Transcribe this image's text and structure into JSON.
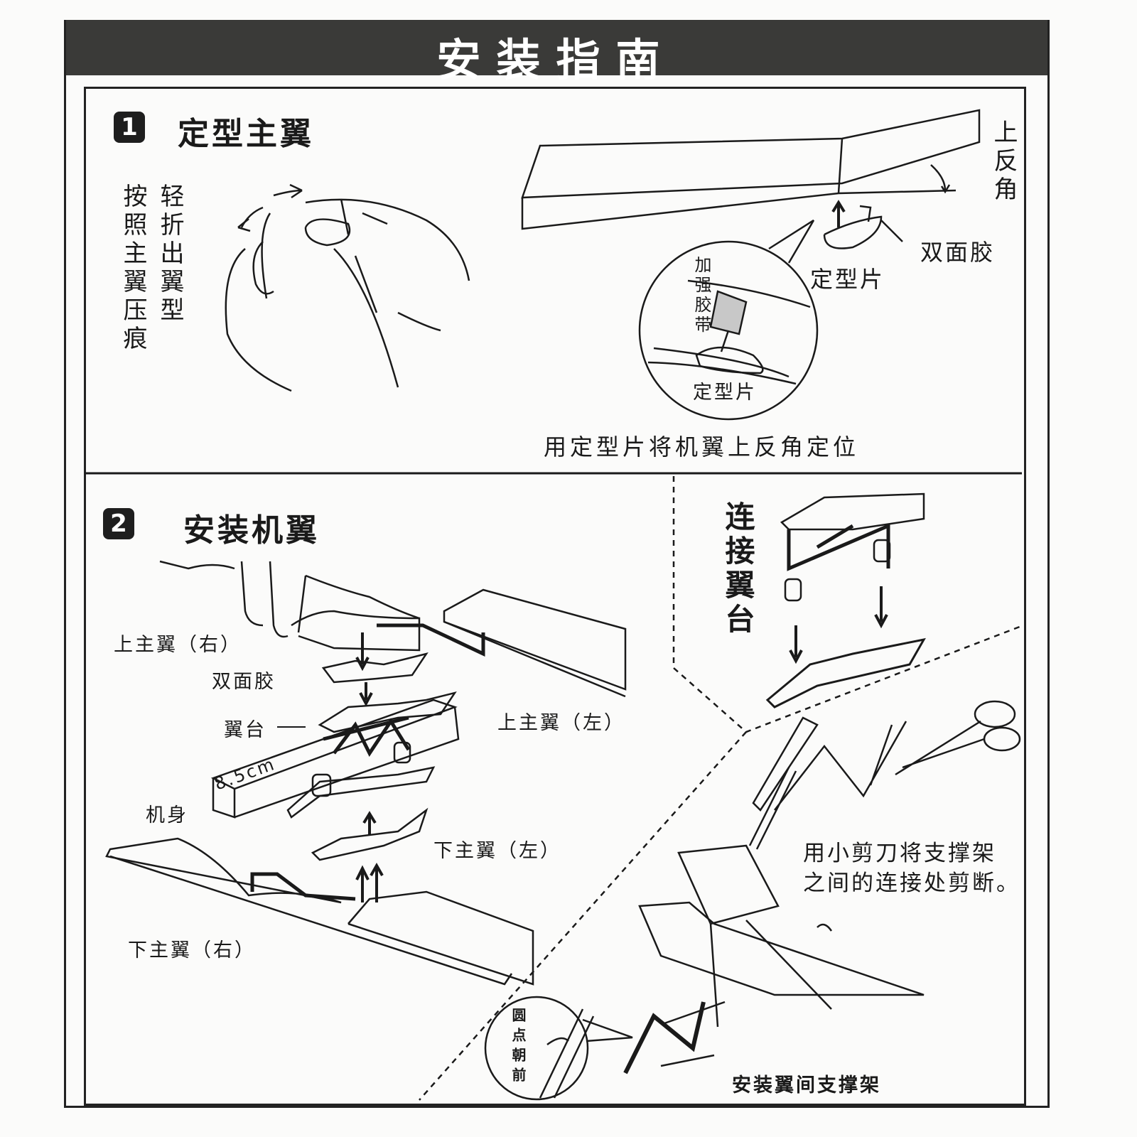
{
  "header": {
    "title": "安装指南"
  },
  "step1": {
    "number": "1",
    "title": "定型主翼",
    "instruction_col1": "轻折出翼型",
    "instruction_col2": "按照主翼压痕",
    "label_dihedral": "上反角",
    "label_tape": "双面胶",
    "label_clip": "定型片",
    "inset_label_tape": "加强胶带",
    "inset_label_clip": "定型片",
    "caption": "用定型片将机翼上反角定位"
  },
  "step2": {
    "number": "2",
    "title": "安装机翼",
    "label_upper_right": "上主翼（右）",
    "label_tape": "双面胶",
    "label_mount": "翼台",
    "label_upper_left": "上主翼（左）",
    "label_distance": "8.5cm",
    "label_fuselage": "机身",
    "label_lower_left": "下主翼（左）",
    "label_lower_right": "下主翼（右）",
    "connect_mount_title": "连接翼台",
    "cut_instruction_line1": "用小剪刀将支撑架",
    "cut_instruction_line2": "之间的连接处剪断。",
    "inset_dot_forward": "圆点朝前",
    "strut_caption": "安装翼间支撑架"
  }
}
